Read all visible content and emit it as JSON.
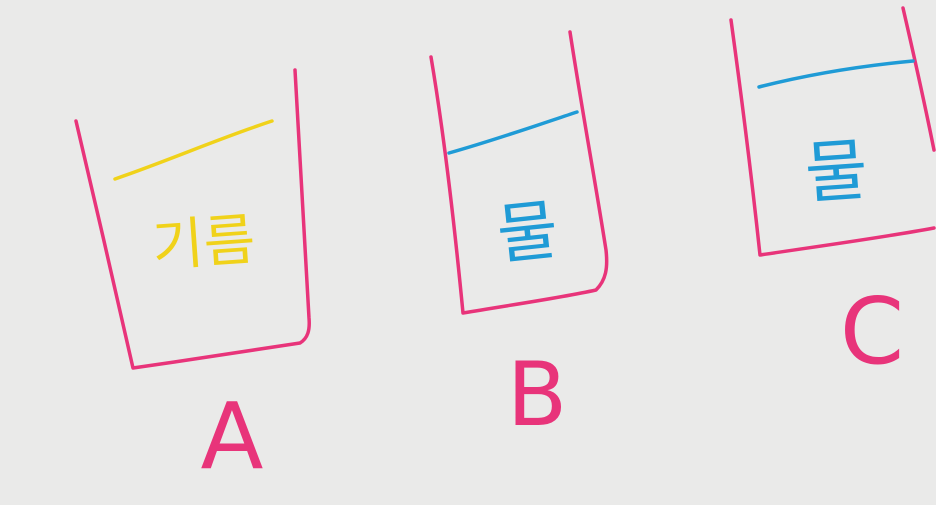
{
  "colors": {
    "background": "#eaeae9",
    "beaker": "#e8347a",
    "label": "#e8347a",
    "liquid_a": "#f0d21a",
    "liquid_water": "#1f9bd6"
  },
  "beakers": [
    {
      "label": "A",
      "content": "기름"
    },
    {
      "label": "B",
      "content": "물"
    },
    {
      "label": "C",
      "content": "물"
    }
  ]
}
